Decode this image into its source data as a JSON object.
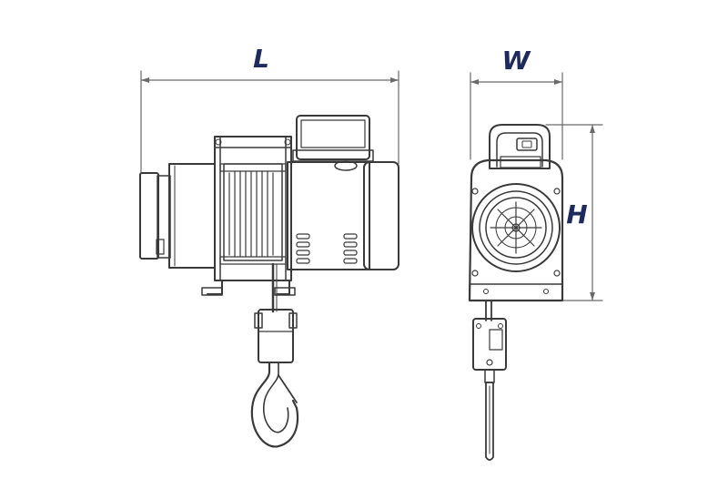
{
  "dimensions": {
    "length_label": "L",
    "width_label": "W",
    "height_label": "H"
  },
  "colors": {
    "label": "#1f2a5c",
    "line": "#3a3a3a",
    "dim_line": "#6a6a6a",
    "fill_light": "#ffffff",
    "fill_shade": "#e6e6e6",
    "background": "#ffffff"
  }
}
